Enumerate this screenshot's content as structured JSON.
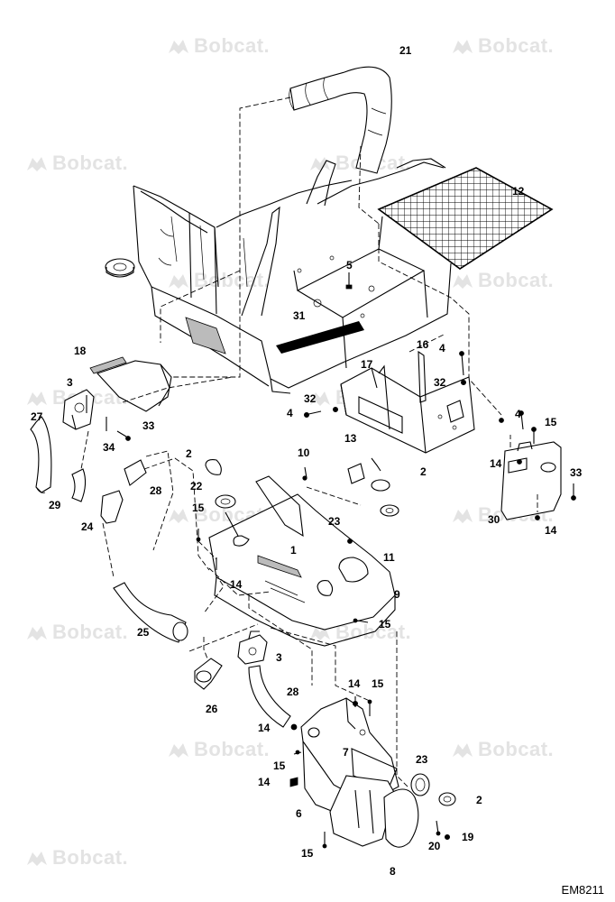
{
  "watermark": "Bobcat.",
  "drawing_code": "EM8211",
  "callouts": [
    "21",
    "12",
    "5",
    "31",
    "16",
    "4",
    "17",
    "32",
    "4",
    "32",
    "13",
    "4",
    "15",
    "14",
    "33",
    "30",
    "14",
    "18",
    "3",
    "27",
    "33",
    "34",
    "2",
    "10",
    "2",
    "22",
    "23",
    "15",
    "28",
    "29",
    "24",
    "1",
    "11",
    "14",
    "9",
    "15",
    "25",
    "3",
    "28",
    "26",
    "14",
    "15",
    "14",
    "15",
    "7",
    "14",
    "23",
    "2",
    "6",
    "19",
    "20",
    "15",
    "8"
  ]
}
